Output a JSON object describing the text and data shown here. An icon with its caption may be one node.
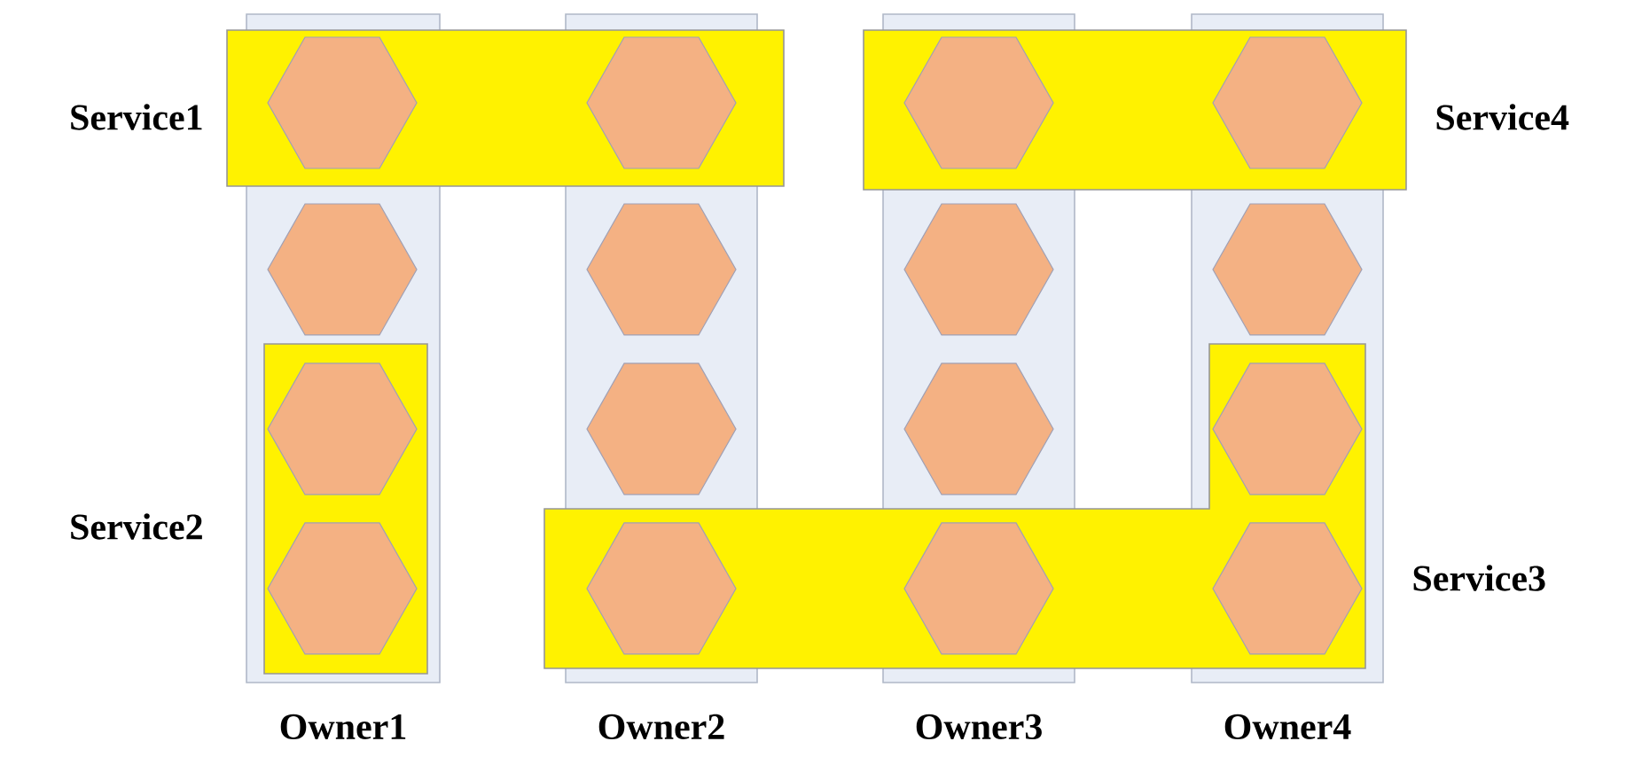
{
  "diagram": {
    "nodes": [
      {
        "text": [
          "Owner1"
        ]
      },
      {
        "text": [
          "Owner2"
        ]
      },
      {
        "text": [
          "Owner3"
        ]
      },
      {
        "text": [
          "Owner4"
        ]
      },
      {
        "text": [
          "Service1"
        ]
      },
      {
        "text": [
          "Service4"
        ]
      },
      {
        "text": [
          "Service2"
        ],
        "in": 0
      },
      {
        "text": [
          "Service3"
        ]
      },
      {
        "text": [],
        "shape": "hexagon"
      },
      {
        "text": [],
        "shape": "hexagon"
      },
      {
        "text": [],
        "shape": "hexagon"
      },
      {
        "text": [],
        "shape": "hexagon"
      },
      {
        "text": [],
        "shape": "hexagon",
        "in": 0
      },
      {
        "text": [],
        "shape": "hexagon",
        "in": 1
      },
      {
        "text": [],
        "shape": "hexagon",
        "in": 2
      },
      {
        "text": [],
        "shape": "hexagon",
        "in": 3
      },
      {
        "text": [],
        "shape": "hexagon",
        "in": 6
      },
      {
        "text": [],
        "shape": "hexagon",
        "in": 1
      },
      {
        "text": [],
        "shape": "hexagon",
        "in": 2
      },
      {
        "text": [],
        "shape": "hexagon"
      },
      {
        "text": [],
        "shape": "hexagon",
        "in": 6
      },
      {
        "text": [],
        "shape": "hexagon"
      },
      {
        "text": [],
        "shape": "hexagon"
      },
      {
        "text": [],
        "shape": "hexagon"
      }
    ]
  }
}
